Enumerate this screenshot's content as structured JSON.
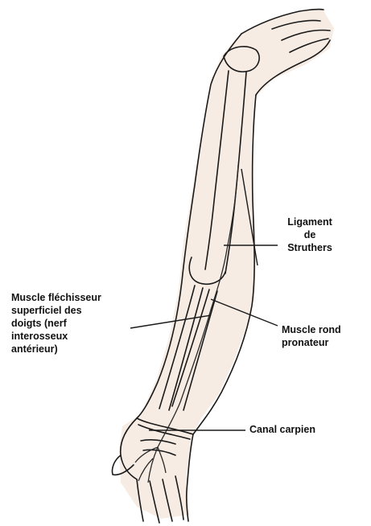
{
  "labels": {
    "ligament_line1": "Ligament",
    "ligament_line2": "de",
    "ligament_line3": "Struthers",
    "flechisseur_line1": "Muscle fléchisseur",
    "flechisseur_line2": "superficiel des",
    "flechisseur_line3": "doigts (nerf",
    "flechisseur_line4": "interosseux",
    "flechisseur_line5": "antérieur)",
    "rond_line1": "Muscle rond",
    "rond_line2": "pronateur",
    "canal": "Canal carpien"
  },
  "colors": {
    "skin_tint": "#f6ebe3",
    "ink": "#1a1a1a",
    "nerve": "#2a2a2a"
  }
}
